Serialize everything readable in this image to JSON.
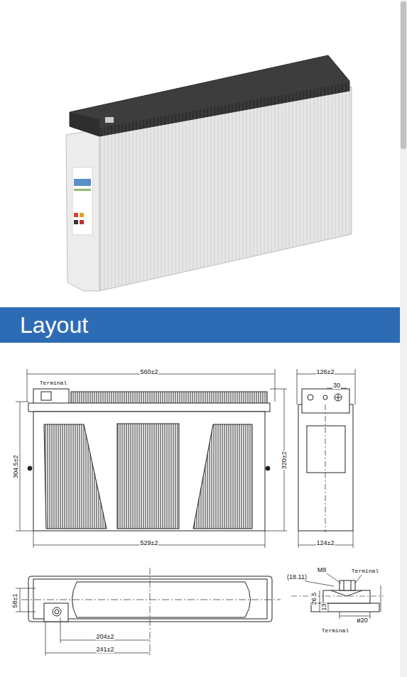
{
  "diagram": {
    "nodes": [
      {
        "text": [
          "Layout"
        ]
      }
    ],
    "labels": [
      "Terminal",
      "560±2",
      "304.5±2",
      "320±2",
      "529±2",
      "126±2",
      "30",
      "124±2",
      "58±1",
      "204±2",
      "241±2",
      "(18.11)",
      "M8",
      "Terminal",
      "26.5",
      "13",
      "ø20",
      "Terminal"
    ]
  }
}
